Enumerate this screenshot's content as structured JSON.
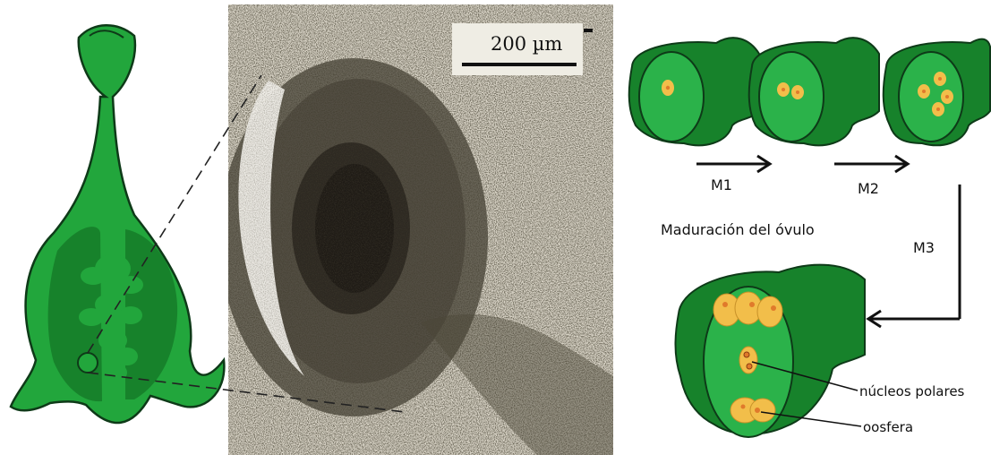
{
  "scale_bar": {
    "label": "200 µm"
  },
  "steps": [
    "M1",
    "M2",
    "M3"
  ],
  "title": "Maduración del óvulo",
  "callouts": {
    "polar_nuclei": "núcleos polares",
    "egg_cell": "oosfera"
  },
  "colors": {
    "pistil_green": "#22A63C",
    "dark_green": "#17822B",
    "ovule_light": "#2BB24A",
    "nucleus_fill": "#F2BE4A",
    "nucleus_core": "#E07A2B"
  }
}
